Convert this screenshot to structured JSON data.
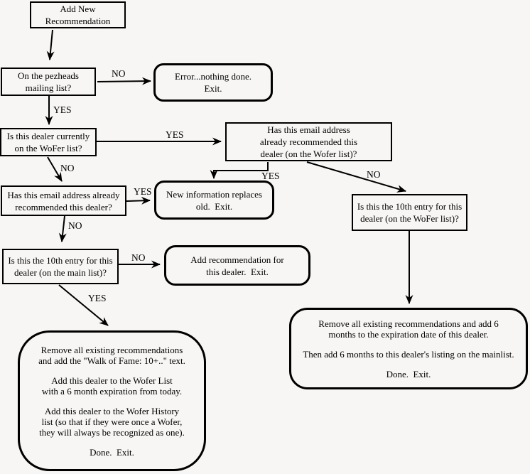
{
  "diagram": {
    "background_color": "#f7f6f4",
    "ink_color": "#000000",
    "nodes": {
      "add_new": {
        "lines": [
          "Add New",
          "Recommendation"
        ]
      },
      "pezheads": {
        "lines": [
          "On the pezheads",
          "mailing list?"
        ]
      },
      "error_exit": {
        "lines": [
          "Error...nothing done.",
          "Exit."
        ]
      },
      "currently_wofer": {
        "lines": [
          "Is this dealer currently",
          "on the WoFer list?"
        ]
      },
      "email_wofer": {
        "lines": [
          "Has this email address",
          "already recommended this",
          "dealer (on the Wofer list)?"
        ]
      },
      "email_already": {
        "lines": [
          "Has this email address already",
          "recommended this dealer?"
        ]
      },
      "new_info": {
        "lines": [
          "New information replaces",
          "old.  Exit."
        ]
      },
      "tenth_wofer": {
        "lines": [
          "Is this the 10th entry for this",
          "dealer (on the WoFer list)?"
        ]
      },
      "tenth_main": {
        "lines": [
          "Is this the 10th entry for this",
          "dealer (on the main list)?"
        ]
      },
      "add_rec": {
        "lines": [
          "Add recommendation for",
          "this dealer.  Exit."
        ]
      },
      "walk_of_fame": {
        "paragraphs": [
          [
            "Remove all existing recommendations",
            "and add the \"Walk of Fame: 10+..\" text."
          ],
          [
            "Add this dealer to the Wofer List",
            "with a 6 month expiration from today."
          ],
          [
            "Add this dealer to the Wofer History",
            "list (so that if they were once a Wofer,",
            "they will always be recognized as one)."
          ],
          [
            "Done.  Exit."
          ]
        ]
      },
      "extend_six": {
        "paragraphs": [
          [
            "Remove all existing recommendations and add 6",
            "months to the expiration date of this dealer."
          ],
          [
            "Then add 6 months to this dealer's listing on the mainlist."
          ],
          [
            "Done.  Exit."
          ]
        ]
      }
    },
    "edge_labels": {
      "pezheads_no": "NO",
      "pezheads_yes": "YES",
      "currently_yes": "YES",
      "currently_no": "NO",
      "email_wofer_yes": "YES",
      "email_wofer_no": "NO",
      "email_already_yes": "YES",
      "email_already_no": "NO",
      "tenth_main_no": "NO",
      "tenth_main_yes": "YES"
    }
  }
}
